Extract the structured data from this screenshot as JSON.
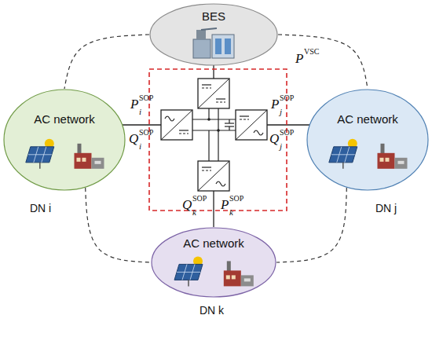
{
  "diagram": {
    "nodes": [
      {
        "text": [
          "BES"
        ]
      },
      {
        "text": [
          "AC network"
        ]
      },
      {
        "text": [
          "AC network"
        ]
      },
      {
        "text": [
          "AC network"
        ]
      }
    ],
    "edges": [
      {
        "from": 0,
        "to": 1,
        "arrow": "none"
      },
      {
        "from": 0,
        "to": 2,
        "arrow": "none"
      },
      {
        "from": 1,
        "to": 3,
        "arrow": "none"
      },
      {
        "from": 2,
        "to": 3,
        "arrow": "none"
      }
    ],
    "labels": [
      "P",
      "VSC",
      "P",
      "i",
      "SOP",
      "P",
      "j",
      "SOP",
      "Q",
      "i",
      "SOP",
      "Q",
      "j",
      "SOP",
      "Q",
      "k",
      "SOP",
      "P",
      "k",
      "SOP",
      "DN i",
      "DN j",
      "DN k"
    ]
  }
}
